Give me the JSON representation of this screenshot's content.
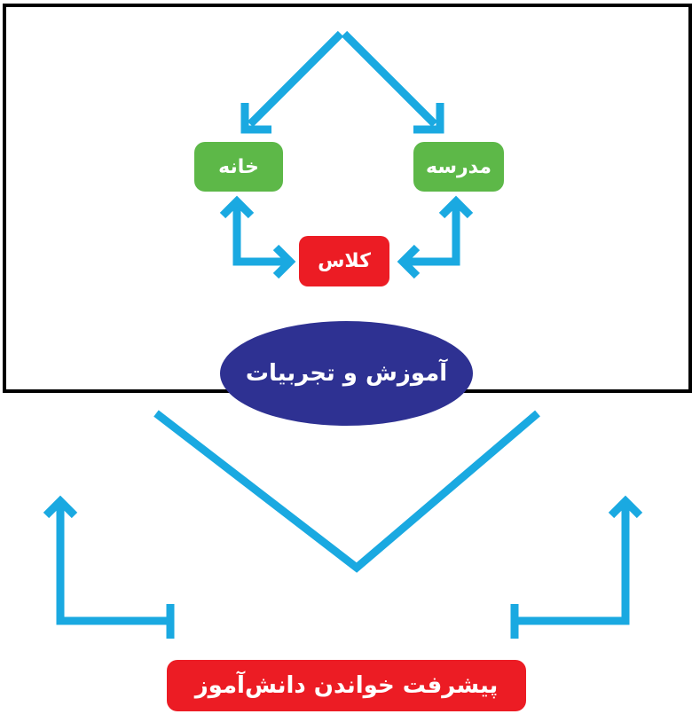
{
  "diagram": {
    "colors": {
      "frame_border": "#000000",
      "arrow": "#1aa9e1",
      "green_node": "#5db848",
      "red_node": "#ec1c24",
      "ellipse_node": "#2e3192",
      "text": "#ffffff"
    },
    "nodes": {
      "home": {
        "label": "خانه"
      },
      "school": {
        "label": "مدرسه"
      },
      "class": {
        "label": "کلاس"
      },
      "education": {
        "label": "آموزش و تجربیات"
      },
      "progress": {
        "label": "پیشرفت خواندن دانش‌آموز"
      }
    },
    "edges": [
      {
        "from": "top-split",
        "to": "home",
        "type": "arrow"
      },
      {
        "from": "top-split",
        "to": "school",
        "type": "arrow"
      },
      {
        "from": "home",
        "to": "class",
        "type": "bidirectional"
      },
      {
        "from": "school",
        "to": "class",
        "type": "bidirectional"
      },
      {
        "from": "progress",
        "to": "left-up",
        "type": "arrow"
      },
      {
        "from": "progress",
        "to": "right-up",
        "type": "arrow"
      },
      {
        "from": "frame",
        "to": "v-junction",
        "type": "line"
      }
    ]
  }
}
